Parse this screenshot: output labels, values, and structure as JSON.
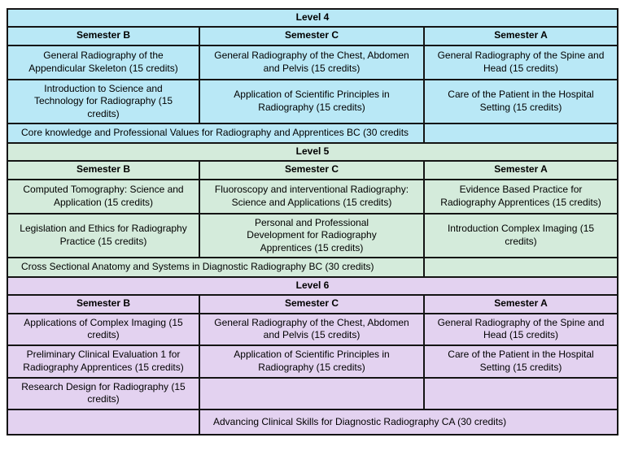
{
  "colors": {
    "level4": "#b9e8f6",
    "level5": "#d4ebdb",
    "level6": "#e3d2f0",
    "border": "#141414"
  },
  "levels": [
    {
      "title": "Level 4",
      "semesters": [
        "Semester B",
        "Semester C",
        "Semester A"
      ],
      "rows": [
        [
          "General Radiography of the Appendicular Skeleton (15 credits)",
          "General Radiography of the Chest, Abdomen and Pelvis  (15 credits)",
          "General Radiography of the Spine and Head (15 credits)"
        ],
        [
          "Introduction to Science and Technology for Radiography (15 credits)",
          "Application of Scientific Principles in Radiography (15 credits)",
          "Care of the Patient in the Hospital Setting (15 credits)"
        ]
      ],
      "span_row": "Core knowledge and Professional Values for Radiography and Apprentices BC (30 credits"
    },
    {
      "title": "Level 5",
      "semesters": [
        "Semester B",
        "Semester C",
        "Semester A"
      ],
      "rows": [
        [
          "Computed Tomography: Science and Application (15 credits)",
          "Fluoroscopy and interventional Radiography: Science and Applications (15 credits)",
          "Evidence Based Practice for Radiography Apprentices (15 credits)"
        ],
        [
          "Legislation and Ethics for Radiography Practice (15 credits)",
          "Personal and Professional Development for Radiography Apprentices (15 credits)",
          "Introduction Complex Imaging (15 credits)"
        ]
      ],
      "span_row": "Cross Sectional Anatomy and Systems in Diagnostic Radiography BC (30 credits)"
    },
    {
      "title": "Level 6",
      "semesters": [
        "Semester B",
        "Semester C",
        "Semester A"
      ],
      "rows": [
        [
          "Applications of Complex Imaging (15 credits)",
          "General Radiography of the Chest, Abdomen and Pelvis  (15 credits)",
          "General Radiography of the Spine and Head (15 credits)"
        ],
        [
          "Preliminary Clinical Evaluation 1 for Radiography Apprentices (15 credits)",
          "Application of Scientific Principles in Radiography (15 credits)",
          "Care of the Patient in the Hospital Setting (15 credits)"
        ],
        [
          "Research Design for Radiography (15 credits)",
          "",
          ""
        ]
      ],
      "bottom_span": "Advancing Clinical Skills for Diagnostic Radiography CA (30 credits)"
    }
  ]
}
